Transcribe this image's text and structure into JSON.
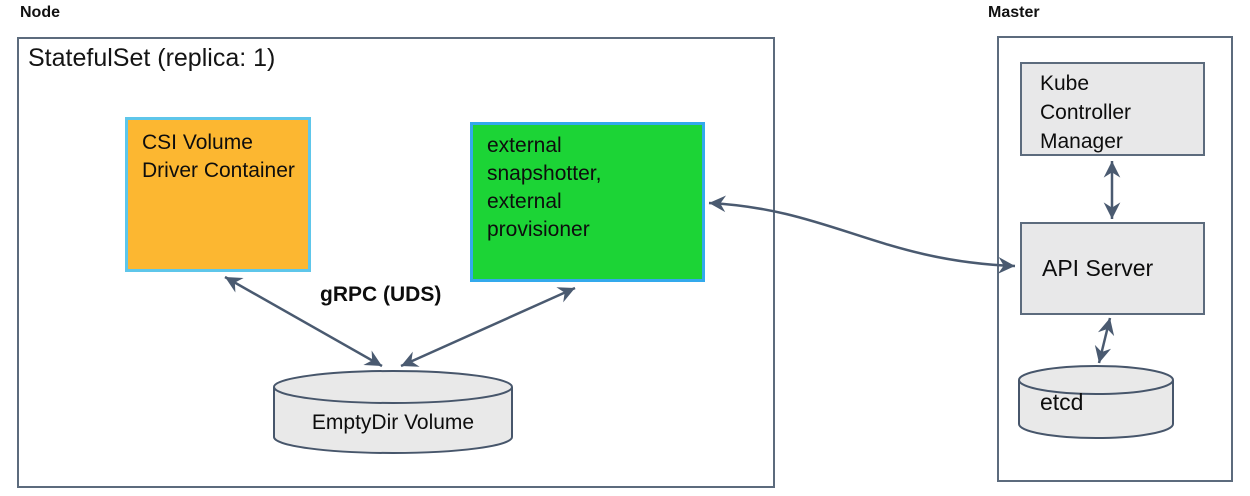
{
  "node_panel": {
    "title": "Node",
    "statefulset_title": "StatefulSet (replica: 1)",
    "csi_driver_label": "CSI Volume Driver Container",
    "sidecars_label": "external snapshotter, external provisioner",
    "grpc_label": "gRPC (UDS)",
    "emptydir_label": "EmptyDir Volume"
  },
  "master_panel": {
    "title": "Master",
    "kube_controller_manager_label": "Kube Controller Manager",
    "api_server_label": "API Server",
    "etcd_label": "etcd"
  },
  "colors": {
    "csi_box_fill": "#fcb731",
    "csi_box_border": "#5ec6ea",
    "sidecar_box_fill": "#1cd436",
    "sidecar_box_border": "#33a9ec",
    "gray_fill": "#e8e8e9",
    "outline": "#5c6b7d",
    "cylinder_stroke": "#47566b",
    "arrow": "#4a5a70"
  }
}
